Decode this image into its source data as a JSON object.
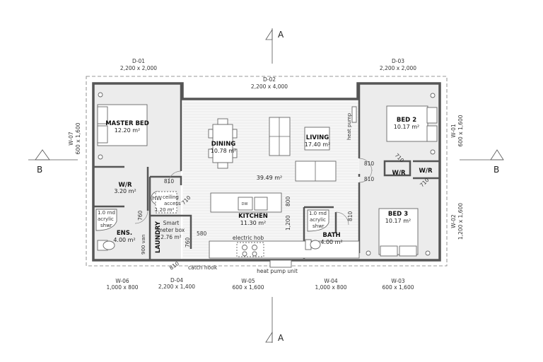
{
  "sections": {
    "a_top": "A",
    "a_bottom": "A",
    "b_left": "B",
    "b_right": "B"
  },
  "openings": [
    {
      "id": "D-01",
      "size": "2,200 x 2,000"
    },
    {
      "id": "D-02",
      "size": "2,200 x 4,000"
    },
    {
      "id": "D-03",
      "size": "2,200 x 2,000"
    },
    {
      "id": "W-07",
      "size": "600 x 1,600"
    },
    {
      "id": "W-01",
      "size": "600 x 1,600"
    },
    {
      "id": "W-02",
      "size": "1,200 x 1,600"
    },
    {
      "id": "W-06",
      "size": "1,000 x 800"
    },
    {
      "id": "D-04",
      "size": "2,200 x 1,400"
    },
    {
      "id": "W-05",
      "size": "600 x 1,600"
    },
    {
      "id": "W-04",
      "size": "1,000 x 800"
    },
    {
      "id": "W-03",
      "size": "600 x 1,600"
    }
  ],
  "rooms": {
    "master_bed": {
      "name": "MASTER BED",
      "area": "12.20 m²"
    },
    "wr_master": {
      "name": "W/R",
      "area": "3.20 m²"
    },
    "ensuite": {
      "name": "ENS.",
      "area": "4.00 m²"
    },
    "laundry": {
      "name": "LAUNDRY"
    },
    "dining": {
      "name": "DINING",
      "area": "10.78 m²"
    },
    "living": {
      "name": "LIVING",
      "area": "17.40 m²"
    },
    "open_plan": {
      "area": "39.49 m²"
    },
    "kitchen": {
      "name": "KITCHEN",
      "area": "11.30 m²"
    },
    "bath": {
      "name": "BATH",
      "area": "4.00 m²"
    },
    "bed2": {
      "name": "BED 2",
      "area": "10.17 m²"
    },
    "bed3": {
      "name": "BED 3",
      "area": "10.17 m²"
    },
    "wr_bed2": {
      "name": "W/R"
    },
    "wr_bed3": {
      "name": "W/R"
    }
  },
  "notes": {
    "hw": "HW",
    "ceiling_access_1": "ceiling",
    "ceiling_access_2": "access",
    "ceiling_access_area": "1.20 m²",
    "smart_meter_1": "Smart",
    "smart_meter_2": "meter box",
    "smart_meter_area": "2.76 m²",
    "ens_shower_1": "1.0 rnd",
    "ens_shower_2": "acrylic",
    "ens_shower_3": "shwr",
    "bath_shower_1": "1.0 rnd",
    "bath_shower_2": "acrylic",
    "bath_shower_3": "shwr",
    "vanity": "900 van",
    "dw": "DW",
    "electric_hob": "electric hob",
    "heat_pump": "heat pump",
    "heat_pump_unit": "heat pump unit",
    "catch_hook": "catch hook"
  },
  "dimensions": {
    "d810_master": "810",
    "d710_hw": "710",
    "d760_ens": "760",
    "d580": "580",
    "d760_laundry": "760",
    "d810_ext": "810",
    "d800": "800",
    "d1200": "1,200",
    "d810_bath": "810",
    "d810_bed2": "810",
    "d810_bed3": "810",
    "d710_wr2": "710",
    "d710_wr3": "710"
  }
}
